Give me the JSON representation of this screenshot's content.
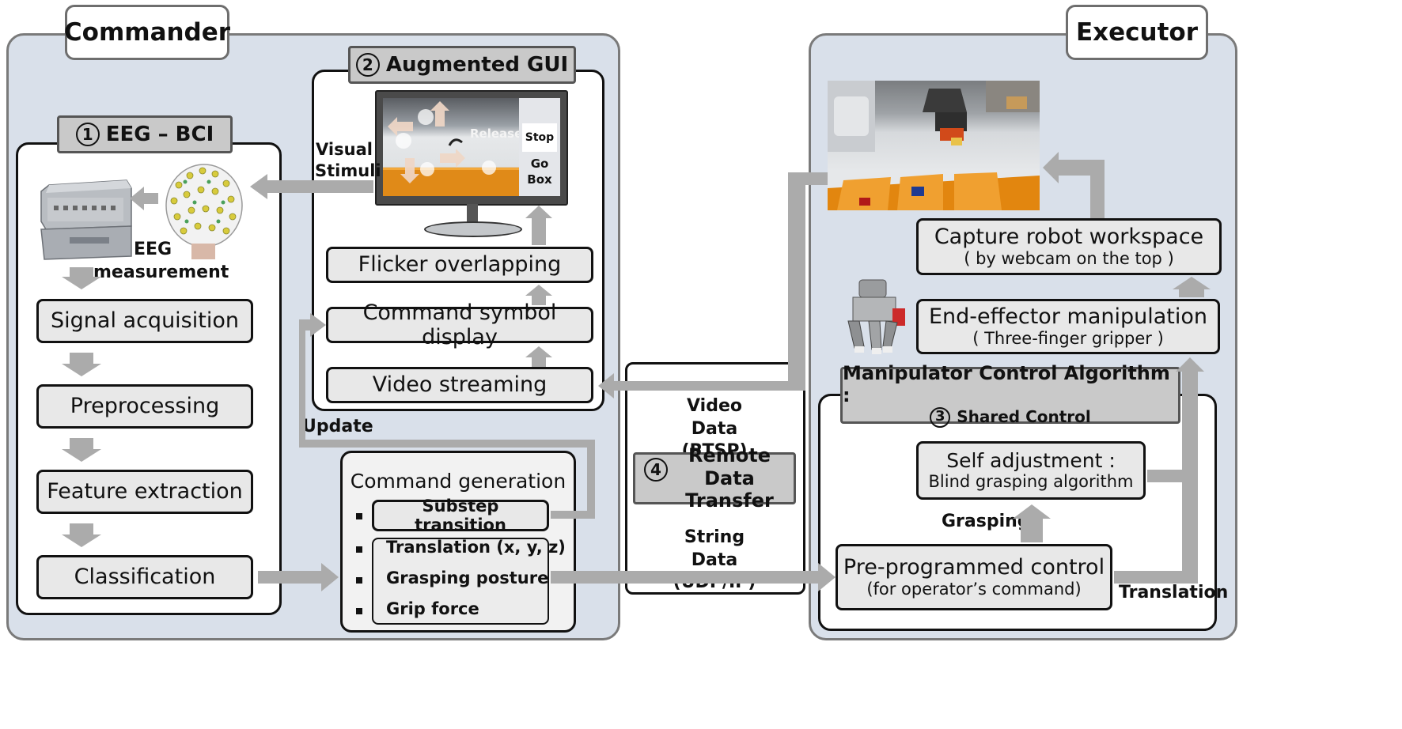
{
  "commander": {
    "title": "Commander",
    "eeg_bci": {
      "number": "1",
      "title": "EEG – BCI",
      "eeg_label": "EEG measurement",
      "steps": [
        "Signal acquisition",
        "Preprocessing",
        "Feature extraction",
        "Classification"
      ]
    },
    "gui": {
      "number": "2",
      "title": "Augmented GUI",
      "screen": {
        "release": "Release",
        "stop": "Stop",
        "go_box": "Go Box"
      },
      "visual_stimuli": "Visual Stimuli",
      "steps": [
        "Flicker overlapping",
        "Command symbol display",
        "Video streaming"
      ]
    },
    "command": {
      "title": "Command generation",
      "items": [
        "Substep transition",
        "Translation (x, y, z)",
        "Grasping posture",
        "Grip force"
      ],
      "update_label": "Update"
    }
  },
  "transfer": {
    "number": "4",
    "title": "Remote Data Transfer",
    "video_data": "Video Data (RTSP)",
    "string_data": "String Data (UDP/IP)"
  },
  "executor": {
    "title": "Executor",
    "capture": {
      "line1": "Capture robot workspace",
      "line2": "( by webcam on the top )"
    },
    "end_effector": {
      "line1": "End-effector manipulation",
      "line2": "( Three-finger gripper )"
    },
    "algorithm": {
      "title": "Manipulator Control Algorithm :",
      "number": "3",
      "subtitle": "Shared Control"
    },
    "self_adjust": {
      "line1": "Self adjustment :",
      "line2": "Blind grasping algorithm"
    },
    "grasping_label": "Grasping",
    "preprog": {
      "line1": "Pre-programmed control",
      "line2": "(for operator’s command)"
    },
    "translation_label": "Translation"
  },
  "colors": {
    "panel": "#d9e0ea",
    "arrow": "#ababab",
    "box": "#e8e8e8",
    "title_bar": "#c9c9c9"
  }
}
